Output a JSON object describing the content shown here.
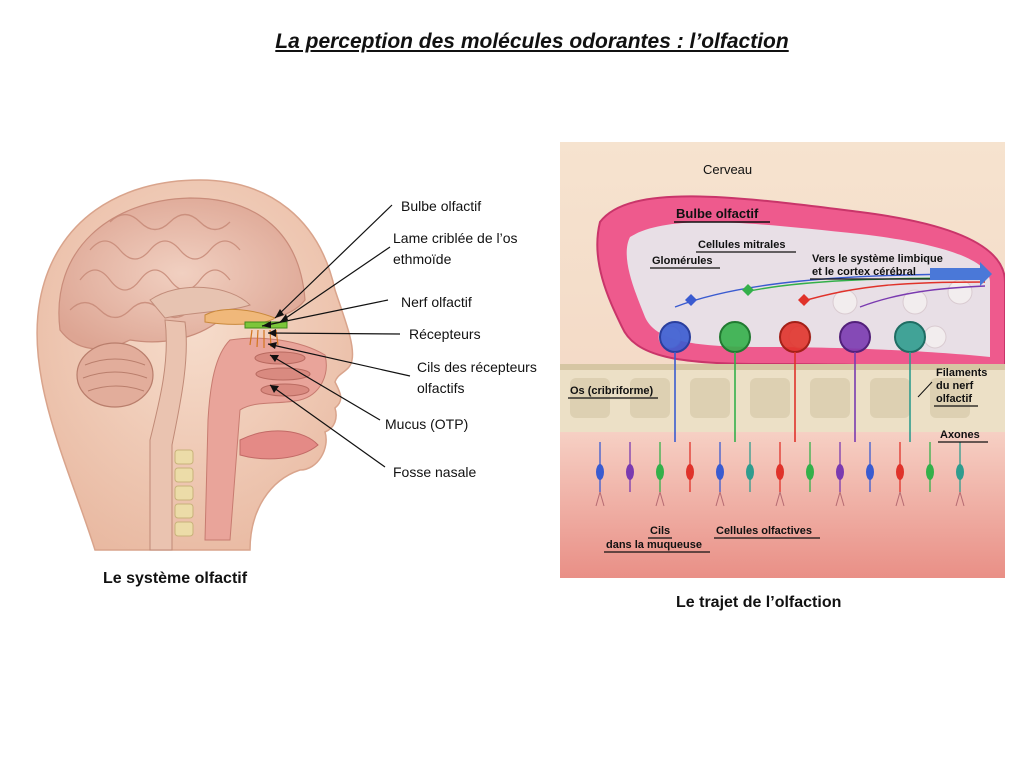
{
  "title": "La perception des molécules odorantes : l’olfaction",
  "left": {
    "caption": "Le système olfactif",
    "labels": {
      "bulbe": "Bulbe olfactif",
      "lame1": "Lame criblée de l’os",
      "lame2": "ethmoïde",
      "nerf": "Nerf olfactif",
      "recepteurs": "Récepteurs",
      "cils1": "Cils des récepteurs",
      "cils2": "olfactifs",
      "mucus": "Mucus (OTP)",
      "fosse": "Fosse nasale"
    }
  },
  "right": {
    "caption": "Le trajet de l’olfaction",
    "labels": {
      "cerveau": "Cerveau",
      "bulbe": "Bulbe olfactif",
      "mitrales": "Cellules mitrales",
      "glomerules": "Glomérules",
      "vers1": "Vers le système limbique",
      "vers2": "et le cortex cérébral",
      "os": "Os (cribriforme)",
      "fil1": "Filaments",
      "fil2": "du nerf",
      "fil3": "olfactif",
      "axones": "Axones",
      "cils1": "Cils",
      "cils2": "dans la muqueuse",
      "cellules": "Cellules olfactives"
    }
  },
  "colors": {
    "skin": "#f2cdb8",
    "brain": "#e9b9a8",
    "pink": "#e6457f",
    "bone": "#ece0c6",
    "mucosa": "#f3c6bd",
    "cell_blue": "#3a5bd0",
    "cell_green": "#34b04a",
    "cell_red": "#e0322a",
    "cell_purple": "#7a3ab0",
    "cell_teal": "#2f9c8e"
  }
}
